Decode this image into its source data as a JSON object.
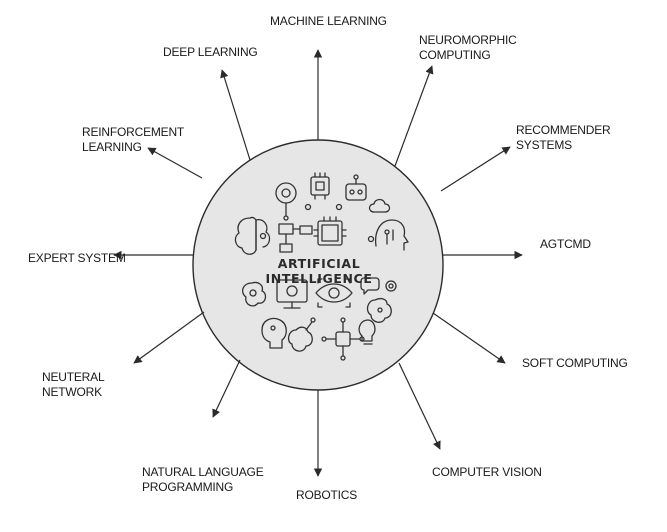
{
  "center": {
    "title": "ARTIFICIAL INTELLIGENCE"
  },
  "nodes": [
    {
      "id": "machine-learning",
      "lines": [
        "MACHINE LEARNING"
      ]
    },
    {
      "id": "neuromorphic-computing",
      "lines": [
        "NEUROMORPHIC",
        "COMPUTING"
      ]
    },
    {
      "id": "recommender-systems",
      "lines": [
        "RECOMMENDER",
        "SYSTEMS"
      ]
    },
    {
      "id": "agtcmd",
      "lines": [
        "AGTCMD"
      ]
    },
    {
      "id": "soft-computing",
      "lines": [
        "SOFT COMPUTING"
      ]
    },
    {
      "id": "computer-vision",
      "lines": [
        "COMPUTER VISION"
      ]
    },
    {
      "id": "robotics",
      "lines": [
        "ROBOTICS"
      ]
    },
    {
      "id": "natural-language-programming",
      "lines": [
        "NATURAL LANGUAGE",
        "PROGRAMMING"
      ]
    },
    {
      "id": "neuteral-network",
      "lines": [
        "NEUTERAL",
        "NETWORK"
      ]
    },
    {
      "id": "expert-system",
      "lines": [
        "EXPERT SYSTEM"
      ]
    },
    {
      "id": "reinforcement-learning",
      "lines": [
        "REINFORCEMENT",
        "LEARNING"
      ]
    },
    {
      "id": "deep-learning",
      "lines": [
        "DEEP LEARNING"
      ]
    }
  ],
  "icons": [
    "brain-icon",
    "gear-icon",
    "chip-icon",
    "robot-icon",
    "cloud-icon",
    "flowchart-icon",
    "ai-chip-icon",
    "circuit-head-icon",
    "monitor-brain-icon",
    "eye-icon",
    "chat-icon",
    "lightbulb-icon"
  ],
  "colors": {
    "circle_fill": "#e6e6e6",
    "stroke": "#2b2b2b",
    "text": "#1a1a1a"
  }
}
